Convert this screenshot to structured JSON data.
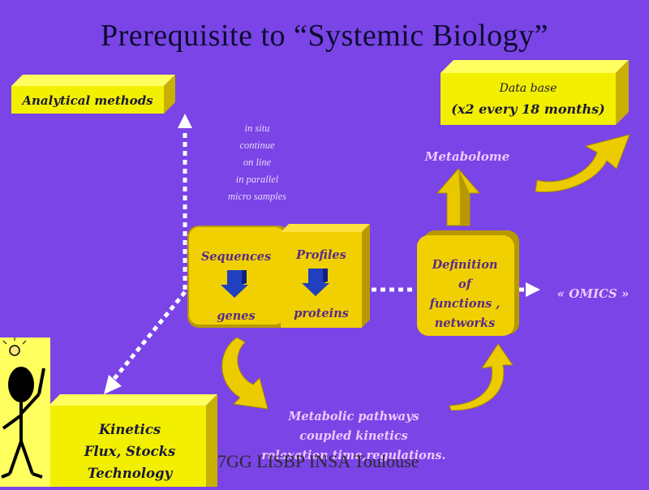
{
  "title": "Prerequisite to “Systemic Biology”",
  "analytical_methods": "Analytical methods",
  "database": {
    "line1": "Data base",
    "line2": "(x2 every 18 months)"
  },
  "metabolome": "Metabolome",
  "techniques": [
    "in situ",
    "continue",
    "on line",
    "in parallel",
    "micro samples"
  ],
  "sequences": {
    "top": "Sequences",
    "bottom": "genes"
  },
  "profiles": {
    "top": "Profiles",
    "bottom": "proteins"
  },
  "definition": [
    "Definition",
    "of",
    "functions ,",
    "networks"
  ],
  "omics": "« OMICS »",
  "kinetics": [
    "Kinetics",
    "Flux, Stocks",
    "Technology"
  ],
  "pathways": [
    "Metabolic pathways",
    "coupled kinetics",
    "relaxation time,regulations."
  ],
  "footer": "7GG LISBP INSA Toulouse"
}
